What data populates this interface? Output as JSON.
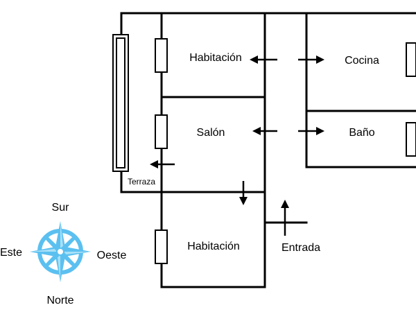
{
  "rooms": {
    "habitacion_top": "Habitación",
    "cocina": "Cocina",
    "salon": "Salón",
    "bano": "Baño",
    "habitacion_bottom": "Habitación",
    "terraza": "Terraza",
    "entrada": "Entrada"
  },
  "compass": {
    "north": "Norte",
    "south": "Sur",
    "east": "Este",
    "west": "Oeste",
    "color": "#5bc0f0"
  }
}
